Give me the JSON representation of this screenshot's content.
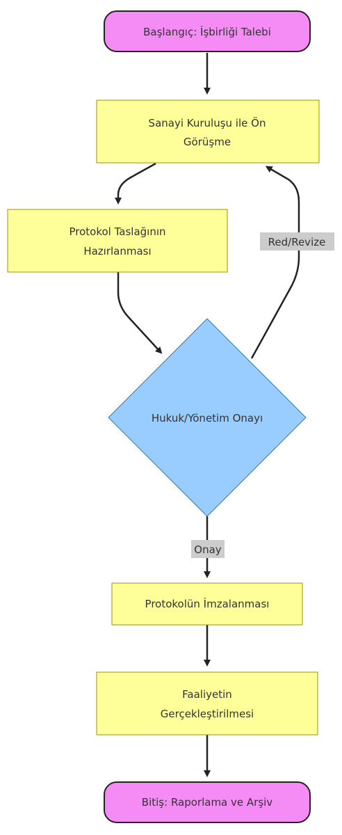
{
  "nodes": {
    "start": {
      "label": "Başlangıç: İşbirliği Talebi"
    },
    "meeting": {
      "lines": [
        "Sanayi Kuruluşu ile Ön",
        "Görüşme"
      ]
    },
    "draft": {
      "lines": [
        "Protokol Taslağının",
        "Hazırlanması"
      ]
    },
    "approval": {
      "label": "Hukuk/Yönetim Onayı"
    },
    "signing": {
      "label": "Protokolün İmzalanması"
    },
    "execution": {
      "lines": [
        "Faaliyetin",
        "Gerçekleştirilmesi"
      ]
    },
    "end": {
      "label": "Bitiş: Raporlama ve Arşiv"
    }
  },
  "edges": {
    "reject_label": "Red/Revize",
    "approve_label": "Onay"
  },
  "colors": {
    "terminal_fill": "#f58cf5",
    "process_fill": "#ffff99",
    "decision_fill": "#99ccff",
    "edge_label_bg": "#cccccc",
    "stroke": "#222222"
  }
}
